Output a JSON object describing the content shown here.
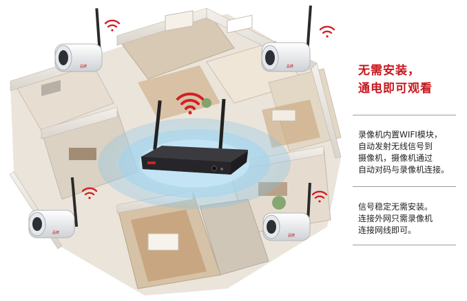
{
  "headline": {
    "line1": "无需安装，",
    "line2": "通电即可观看"
  },
  "description1": {
    "line1": "录像机内置WIFI模块，",
    "line2": "自动发射无线信号到",
    "line3": "摄像机，摄像机通过",
    "line4": "自动对码与录像机连接。"
  },
  "description2": {
    "line1": "信号稳定无需安装。",
    "line2": "连接外网只需录像机",
    "line3": "连接网线即可。"
  },
  "colors": {
    "accent_red": "#c8161d",
    "wifi_red": "#d31e25",
    "signal_blue": "#8fcbea",
    "nvr_body": "#2a2a2e"
  },
  "icons": [
    "wifi-signal-icon",
    "security-camera-icon",
    "nvr-recorder-icon",
    "house-floorplan-illustration"
  ]
}
